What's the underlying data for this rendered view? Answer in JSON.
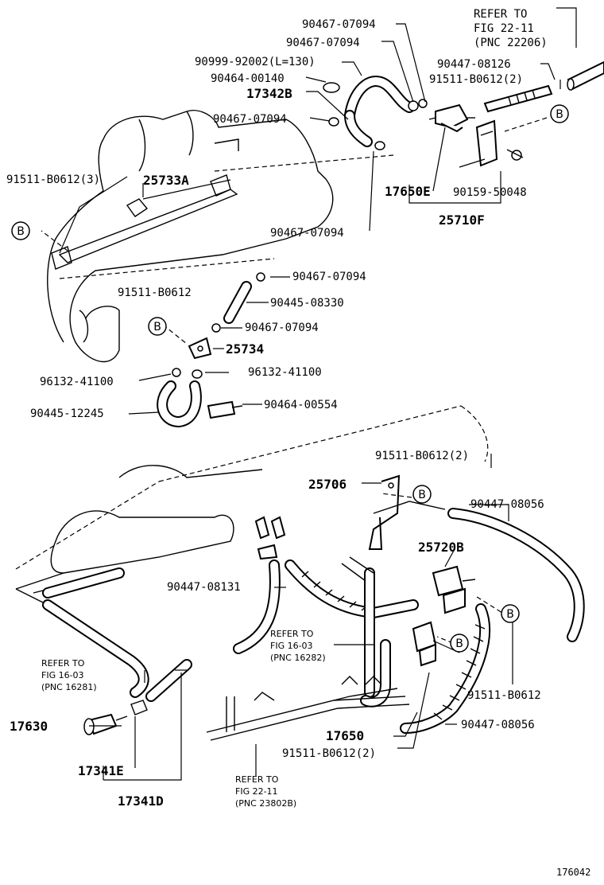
{
  "figure_id": "176042",
  "labels": {
    "p90467_07094_a": "90467-07094",
    "p90467_07094_b": "90467-07094",
    "p90999_92002": "90999-92002(L=130)",
    "p90464_00140": "90464-00140",
    "p17342B": "17342B",
    "p90467_07094_c": "90467-07094",
    "p91511_B0612_3": "91511-B0612(3)",
    "p25733A": "25733A",
    "p90467_07094_d": "90467-07094",
    "p17650E": "17650E",
    "p90159_50048": "90159-50048",
    "p25710F": "25710F",
    "p90447_08126": "90447-08126",
    "p91511_B0612_2a": "91511-B0612(2)",
    "p90467_07094_e": "90467-07094",
    "p91511_B0612_a": "91511-B0612",
    "p90445_08330": "90445-08330",
    "p90467_07094_f": "90467-07094",
    "p25734": "25734",
    "p96132_41100_a": "96132-41100",
    "p96132_41100_b": "96132-41100",
    "p90445_12245": "90445-12245",
    "p90464_00554": "90464-00554",
    "p91511_B0612_2b": "91511-B0612(2)",
    "p25706": "25706",
    "p90447_08056_a": "90447-08056",
    "p25720B": "25720B",
    "p90447_08131": "90447-08131",
    "p91511_B0612_b": "91511-B0612",
    "p17630": "17630",
    "p17341E": "17341E",
    "p17341D": "17341D",
    "p17650": "17650",
    "p91511_B0612_2c": "91511-B0612(2)",
    "p90447_08056_b": "90447-08056"
  },
  "refer_notes": {
    "top": {
      "line1": "REFER TO",
      "line2": "FIG 22-11",
      "line3": "(PNC 22206)"
    },
    "mid": {
      "line1": "REFER TO",
      "line2": "FIG 16-03",
      "line3": "(PNC 16282)"
    },
    "left": {
      "line1": "REFER TO",
      "line2": "FIG 16-03",
      "line3": "(PNC 16281)"
    },
    "bottom": {
      "line1": "REFER TO",
      "line2": "FIG 22-11",
      "line3": "(PNC 23802B)"
    }
  },
  "ref_marker": "B"
}
